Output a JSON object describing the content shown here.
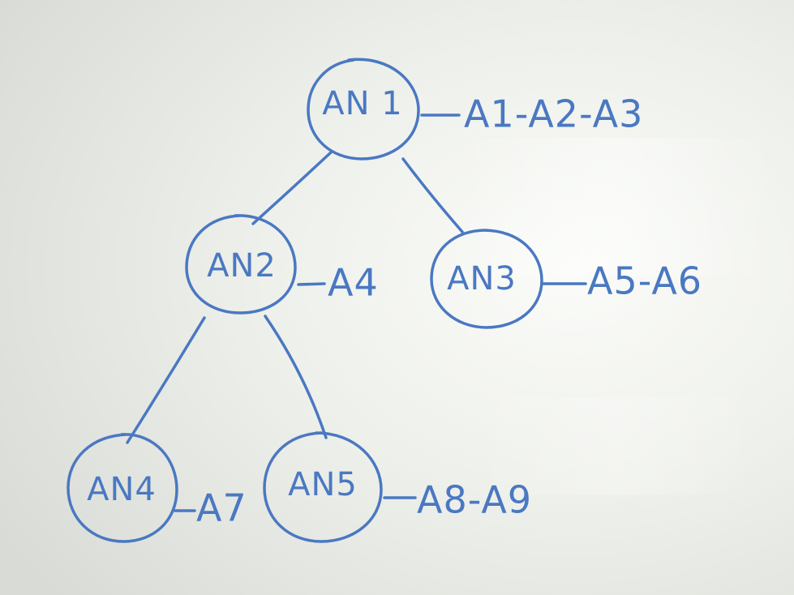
{
  "diagram": {
    "nodes": [
      {
        "id": "an1",
        "label": "AN 1",
        "chain": "A1-A2-A3"
      },
      {
        "id": "an2",
        "label": "AN2",
        "chain": "A4"
      },
      {
        "id": "an3",
        "label": "AN3",
        "chain": "A5-A6"
      },
      {
        "id": "an4",
        "label": "AN4",
        "chain": "A7"
      },
      {
        "id": "an5",
        "label": "AN5",
        "chain": "A8-A9"
      }
    ],
    "edges": [
      {
        "from": "an1",
        "to": "an2"
      },
      {
        "from": "an1",
        "to": "an3"
      },
      {
        "from": "an2",
        "to": "an4"
      },
      {
        "from": "an2",
        "to": "an5"
      }
    ],
    "colors": {
      "ink": "#4a78c2",
      "board": "#eceee9"
    }
  }
}
